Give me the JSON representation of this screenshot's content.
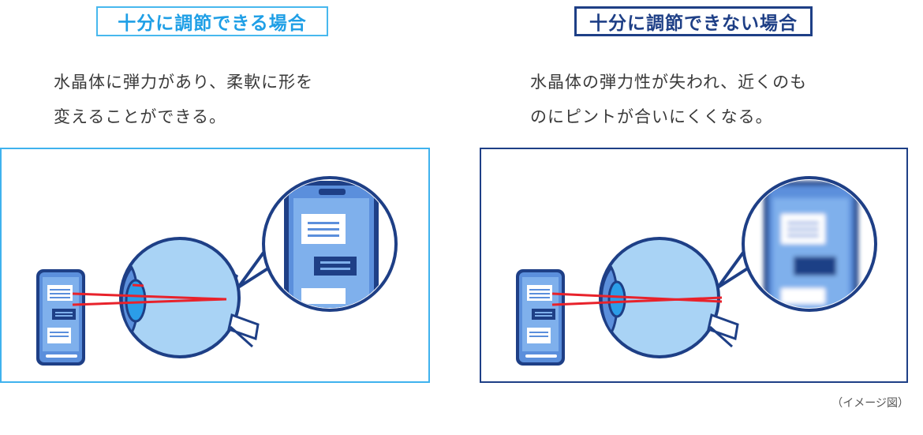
{
  "panels": [
    {
      "title": "十分に調節できる場合",
      "description_lines": [
        "水晶体に弾力があり、柔軟に形を",
        "変えることができる。"
      ],
      "accent_color": "#1f9fe6",
      "state": "in-focus"
    },
    {
      "title": "十分に調節できない場合",
      "description_lines": [
        "水晶体の弾力性が失われ、近くのも",
        "のにピントが合いにくくなる。"
      ],
      "accent_color": "#1e3f86",
      "state": "blurred"
    }
  ],
  "caption": "（イメージ図）",
  "colors": {
    "eye_fill": "#a9d3f5",
    "eye_stroke": "#1e3f86",
    "lens_fill": "#2b9de8",
    "ray": "#e8222b",
    "phone_body": "#5b8fdc",
    "phone_screen": "#7fb0ec"
  }
}
